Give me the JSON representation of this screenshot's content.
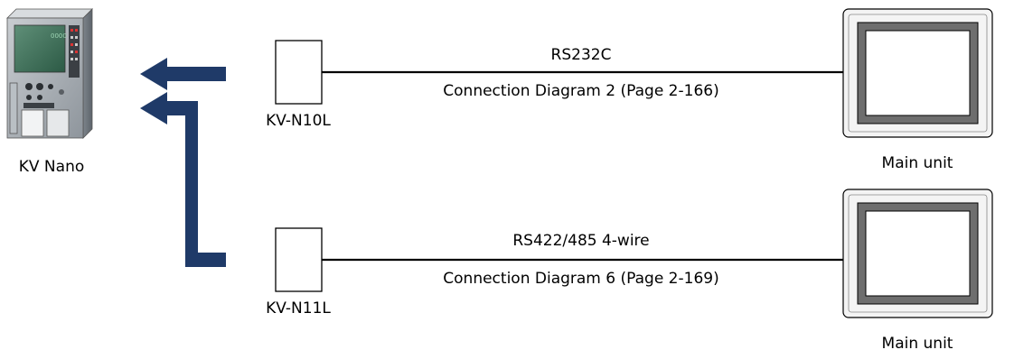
{
  "plc": {
    "label": "KV Nano"
  },
  "connections": [
    {
      "module": "KV-N10L",
      "signal": "RS232C",
      "diagram_ref": "Connection Diagram 2 (Page 2-166)",
      "device": "Main unit"
    },
    {
      "module": "KV-N11L",
      "signal": "RS422/485 4-wire",
      "diagram_ref": "Connection Diagram 6 (Page 2-169)",
      "device": "Main unit"
    }
  ],
  "colors": {
    "arrow": "#1f3a68",
    "line": "#000000",
    "plc_body": "#9fa6ad",
    "plc_screen": "#3a6b55",
    "panel_bezel": "#6e6e6e",
    "panel_frame": "#f4f4f4"
  }
}
